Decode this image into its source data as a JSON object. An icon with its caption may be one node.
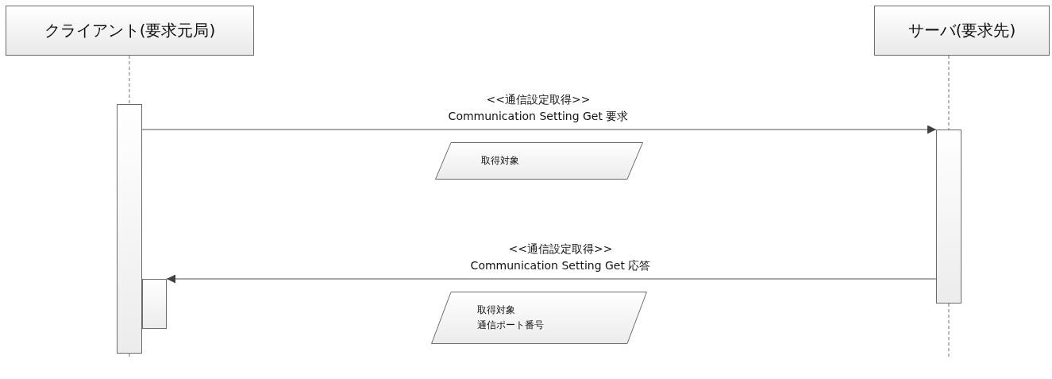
{
  "diagram": {
    "nodes": [
      {
        "text": [
          "クライアント(要求元局)"
        ]
      },
      {
        "text": [
          "サーバ(要求先)"
        ]
      },
      {
        "text": [],
        "shape": "bar"
      },
      {
        "text": [],
        "shape": "bar"
      },
      {
        "text": [],
        "shape": "bar"
      },
      {
        "text": [
          "取得対象"
        ]
      },
      {
        "text": [
          "取得対象",
          "通信ポート番号"
        ]
      }
    ],
    "edges": [
      {
        "from": 0,
        "to": 2,
        "arrow": "none",
        "style": "dashed"
      },
      {
        "from": 2,
        "to": null,
        "arrow": "none",
        "style": "dashed"
      },
      {
        "from": 1,
        "to": 3,
        "arrow": "none",
        "style": "dashed"
      },
      {
        "from": 3,
        "to": null,
        "arrow": "none",
        "style": "dashed"
      },
      {
        "from": 2,
        "to": 3,
        "arrow": "to",
        "label": "<<通信設定取得>> Communication Setting Get 要求"
      },
      {
        "from": 3,
        "to": 4,
        "arrow": "to",
        "label": "<<通信設定取得>> Communication Setting Get 応答"
      }
    ]
  }
}
